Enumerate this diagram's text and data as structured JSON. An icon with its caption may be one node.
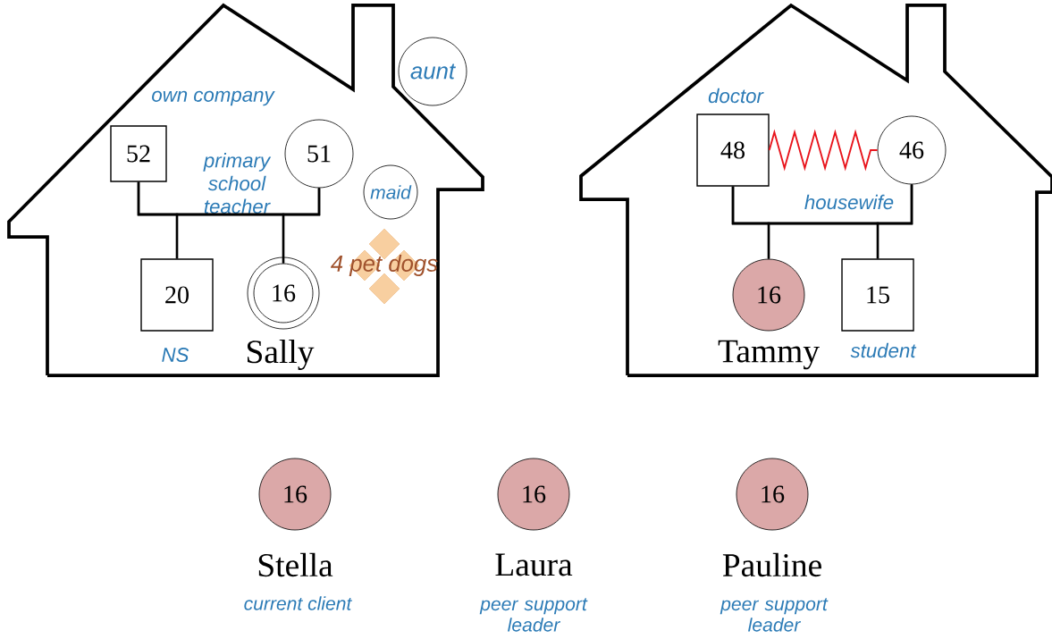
{
  "diagram": {
    "nodes": [
      {
        "text": [],
        "shape": "house"
      },
      {
        "text": [
          "52"
        ],
        "beside": [
          "own company"
        ],
        "in": 0
      },
      {
        "text": [
          "51"
        ],
        "beside": [
          "primary school teacher"
        ],
        "in": 0
      },
      {
        "text": [
          "aunt"
        ]
      },
      {
        "text": [
          "maid"
        ],
        "in": 0
      },
      {
        "text": [
          "20"
        ],
        "beside": [
          "NS"
        ],
        "in": 0
      },
      {
        "text": [
          "16"
        ],
        "beside": [
          "Sally"
        ],
        "in": 0
      },
      {
        "text": [
          "4 pet dogs"
        ],
        "in": 0
      },
      {
        "text": [],
        "shape": "house"
      },
      {
        "text": [
          "48"
        ],
        "beside": [
          "doctor"
        ],
        "in": 8
      },
      {
        "text": [
          "46"
        ],
        "beside": [
          "housewife"
        ],
        "in": 8
      },
      {
        "text": [
          "16"
        ],
        "beside": [
          "Tammy"
        ],
        "in": 8
      },
      {
        "text": [
          "15"
        ],
        "beside": [
          "student"
        ],
        "in": 8
      },
      {
        "text": [
          "16"
        ],
        "beside": [
          "Stella",
          "current client"
        ]
      },
      {
        "text": [
          "16"
        ],
        "beside": [
          "Laura",
          "peer support leader"
        ]
      },
      {
        "text": [
          "16"
        ],
        "beside": [
          "Pauline",
          "peer support leader"
        ]
      }
    ],
    "edges": [
      {
        "from": 1,
        "to": 2,
        "arrow": "none"
      },
      {
        "from": 1,
        "to": 5,
        "arrow": "none"
      },
      {
        "from": 2,
        "to": 5,
        "arrow": "none"
      },
      {
        "from": 1,
        "to": 6,
        "arrow": "none"
      },
      {
        "from": 2,
        "to": 6,
        "arrow": "none"
      },
      {
        "from": 9,
        "to": 10,
        "arrow": "none",
        "color": "#e8141c"
      },
      {
        "from": 9,
        "to": 10,
        "arrow": "none"
      },
      {
        "from": 9,
        "to": 11,
        "arrow": "none"
      },
      {
        "from": 10,
        "to": 11,
        "arrow": "none"
      },
      {
        "from": 9,
        "to": 12,
        "arrow": "none"
      },
      {
        "from": 10,
        "to": 12,
        "arrow": "none"
      }
    ]
  }
}
